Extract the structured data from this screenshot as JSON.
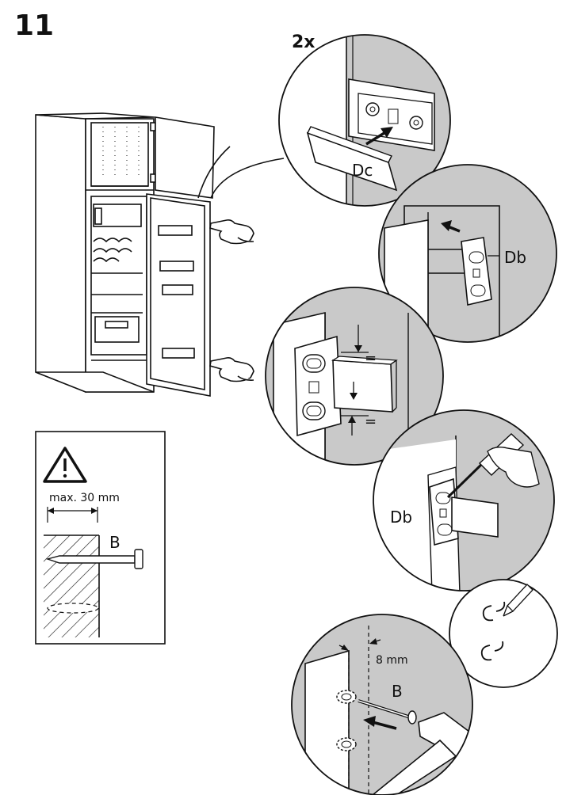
{
  "step_number": "11",
  "labels": {
    "count": "2x",
    "part_dc": "Dc",
    "part_db_1": "Db",
    "equal_top": "=",
    "equal_bottom": "=",
    "part_db_2": "Db",
    "max_depth": "max. 30 mm",
    "screw_b_1": "B",
    "offset": "8 mm",
    "screw_b_2": "B"
  },
  "icons": [
    "warning-icon",
    "pointing-hand-icon",
    "screwdriver-icon",
    "pencil-icon",
    "hammer-icon",
    "screw-icon"
  ],
  "colors": {
    "panel_gray": "#c9c9c9",
    "ink": "#111111"
  }
}
